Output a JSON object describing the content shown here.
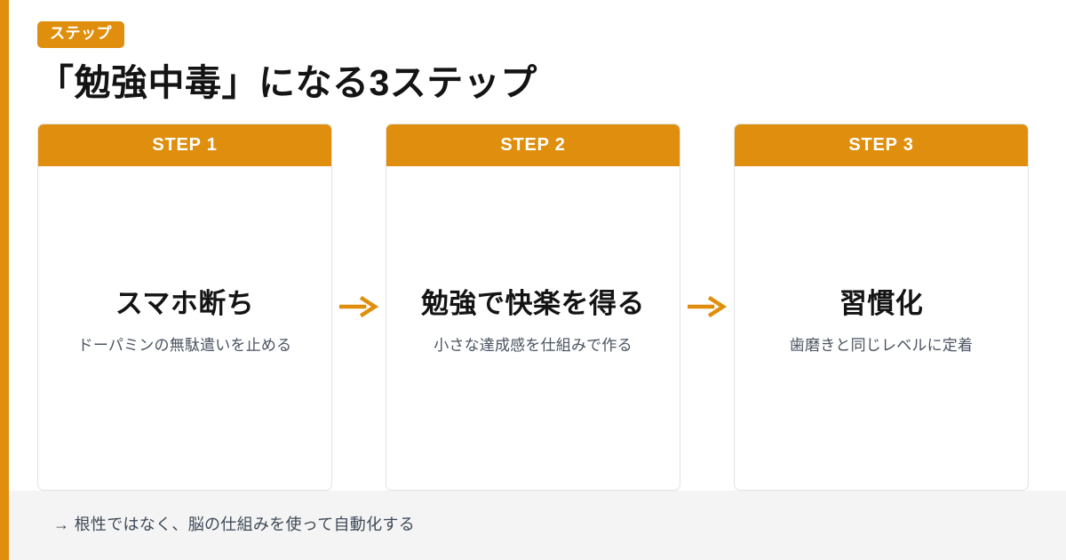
{
  "accent_color": "#df8f0d",
  "header": {
    "badge_label": "ステップ",
    "title": "「勉強中毒」になる3ステップ"
  },
  "steps": [
    {
      "head_label": "STEP 1",
      "title": "スマホ断ち",
      "subtitle": "ドーパミンの無駄遣いを止める"
    },
    {
      "head_label": "STEP 2",
      "title": "勉強で快楽を得る",
      "subtitle": "小さな達成感を仕組みで作る"
    },
    {
      "head_label": "STEP 3",
      "title": "習慣化",
      "subtitle": "歯磨きと同じレベルに定着"
    }
  ],
  "arrows": [
    {
      "glyph": "→"
    },
    {
      "glyph": "→"
    }
  ],
  "footer": {
    "note": "→ 根性ではなく、脳の仕組みを使って自動化する"
  }
}
